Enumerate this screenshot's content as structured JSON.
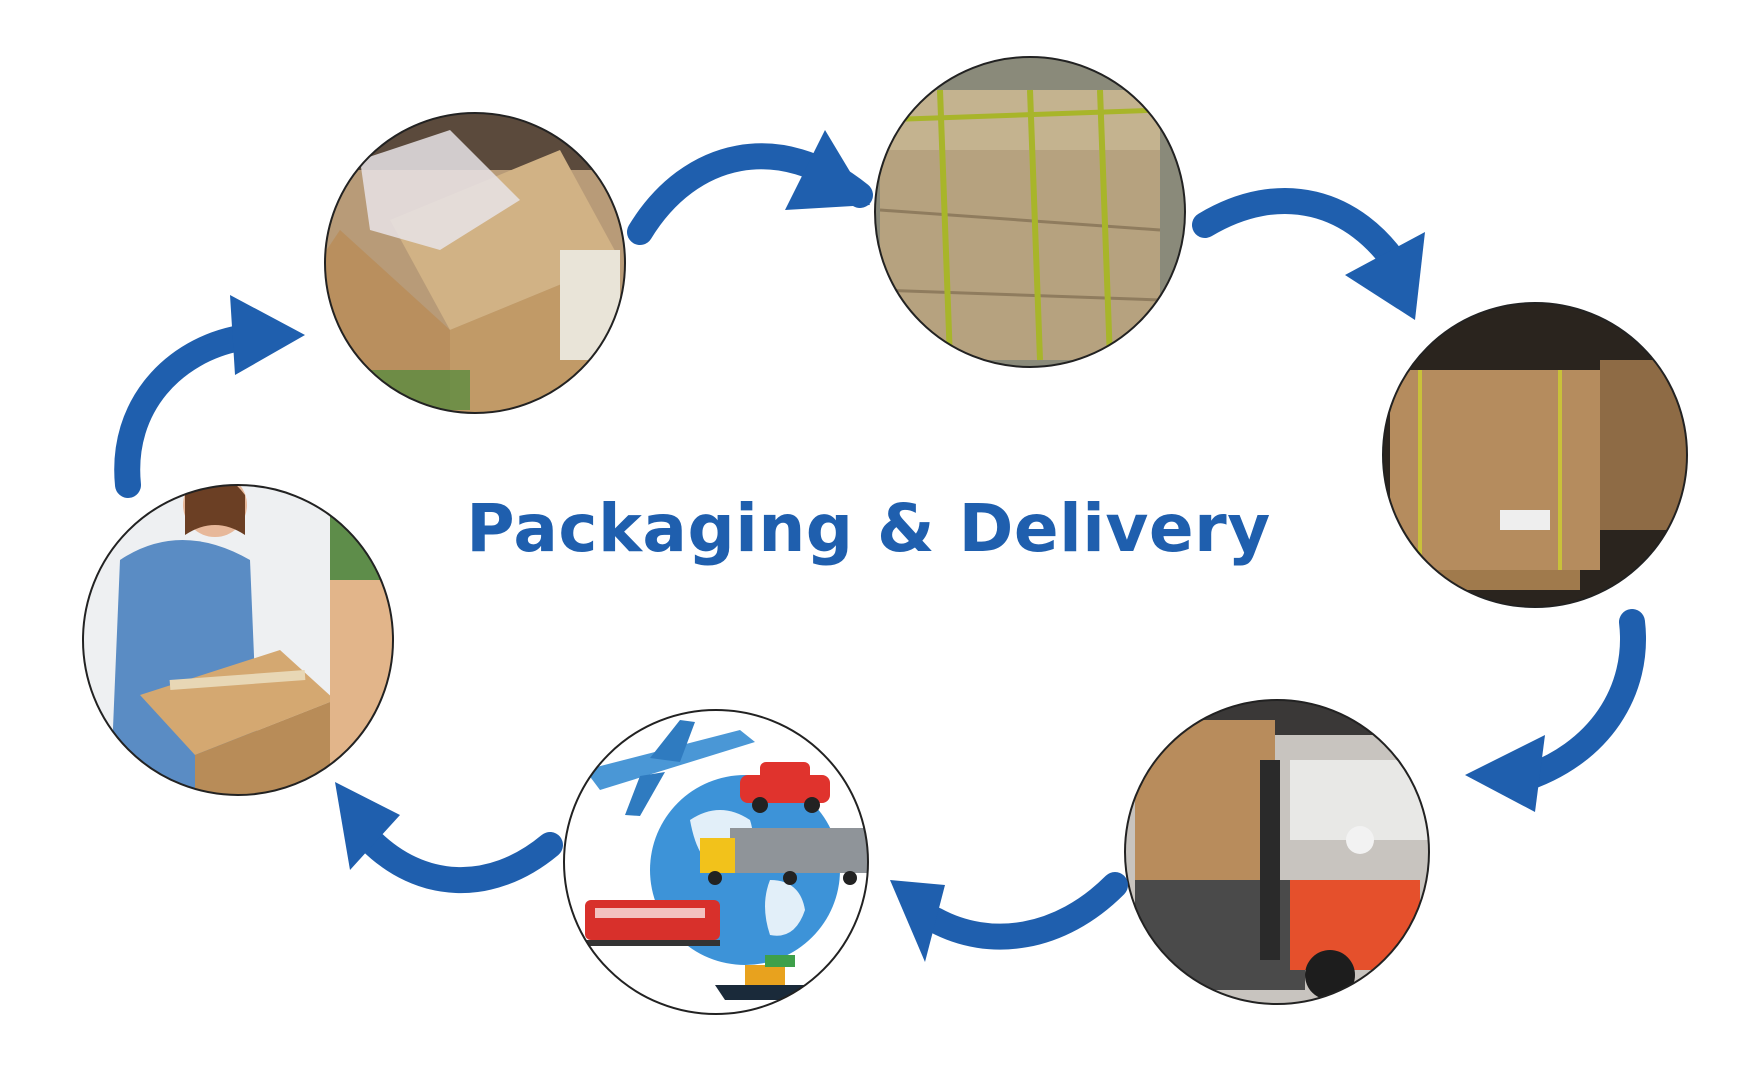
{
  "title": "Packaging & Delivery",
  "colors": {
    "arrow": "#1f5fae",
    "title": "#1f5fae",
    "cardboard": "#c9a574",
    "strap": "#a8b52a",
    "globe": "#3d93d8"
  },
  "steps": [
    {
      "name": "boxing-with-liner",
      "image": "photo of cardboard boxes with plastic liner"
    },
    {
      "name": "strapped-cartons",
      "image": "photo of strapped cartons"
    },
    {
      "name": "palletized-warehouse",
      "image": "photo of palletized cartons in warehouse"
    },
    {
      "name": "forklift-loading",
      "image": "photo of forklift loading a truck"
    },
    {
      "name": "global-shipping",
      "image": "illustration of globe with plane, car, truck, train and ship"
    },
    {
      "name": "customer-delivery",
      "image": "photo of a box being handed to a customer"
    }
  ]
}
